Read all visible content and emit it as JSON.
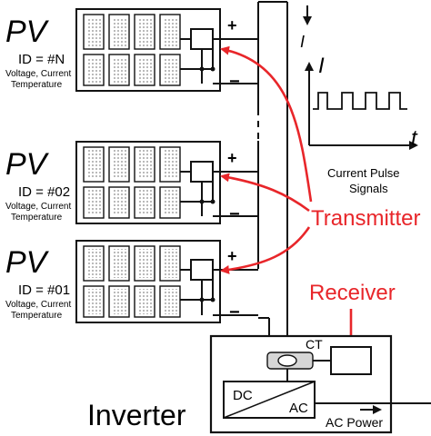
{
  "panels": [
    {
      "pv": "PV",
      "id": "ID = #N",
      "info1": "Voltage, Current",
      "info2": "Temperature",
      "plus": "+",
      "minus": "−"
    },
    {
      "pv": "PV",
      "id": "ID = #02",
      "info1": "Voltage, Current",
      "info2": "Temperature",
      "plus": "+",
      "minus": "−"
    },
    {
      "pv": "PV",
      "id": "ID = #01",
      "info1": "Voltage, Current",
      "info2": "Temperature",
      "plus": "+",
      "minus": "−"
    }
  ],
  "current_label_top": "I",
  "pulse_chart": {
    "y_label": "I",
    "x_label": "t",
    "caption1": "Current Pulse",
    "caption2": "Signals"
  },
  "transmitter_label": "Transmitter",
  "receiver_label": "Receiver",
  "ct_label": "CT",
  "inverter_label": "Inverter",
  "dc_label": "DC",
  "ac_label": "AC",
  "ac_power_label": "AC Power",
  "colors": {
    "annotation": "#e8262a",
    "line": "#111111"
  }
}
